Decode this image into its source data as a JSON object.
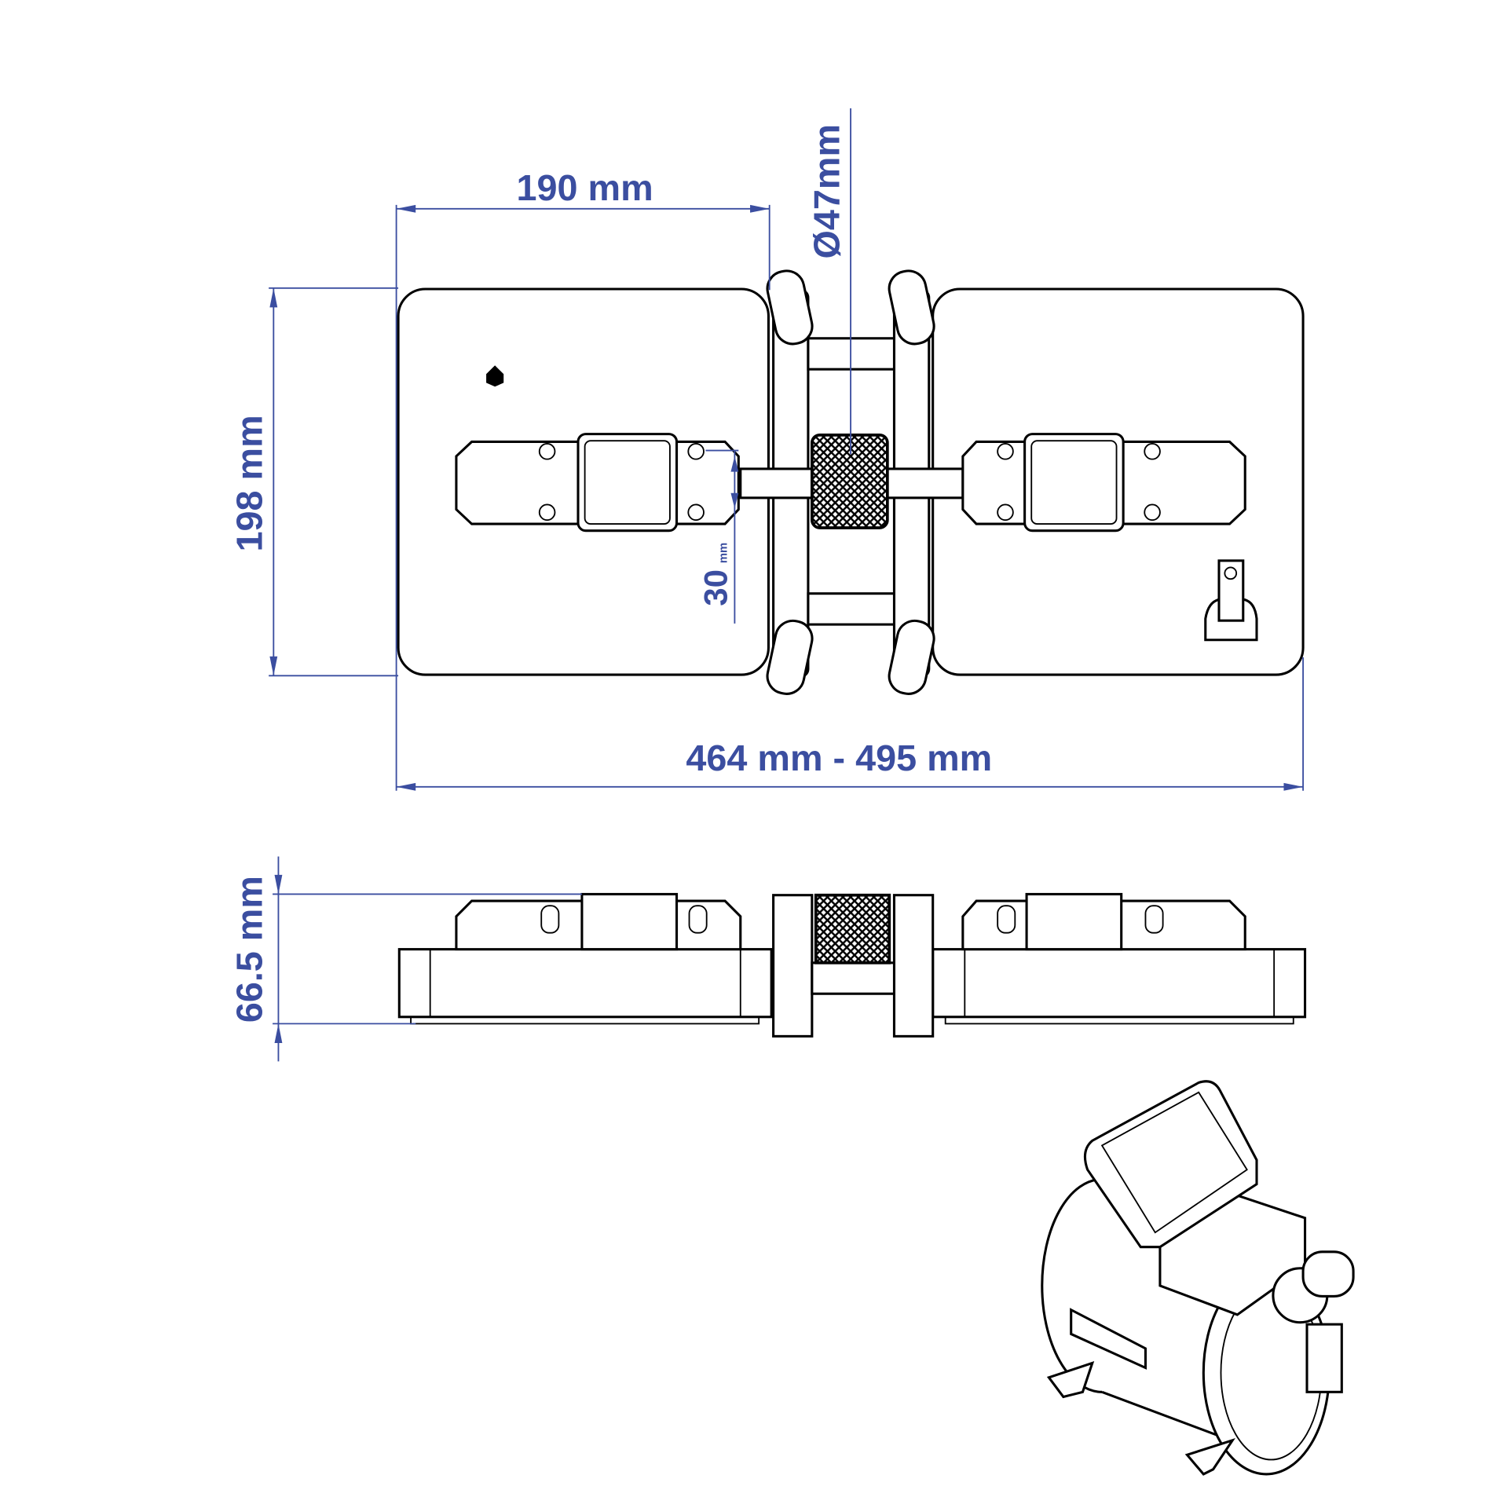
{
  "dimensions": {
    "width_single": "190 mm",
    "diameter": "Ø47mm",
    "height": "198 mm",
    "bar_offset": "30",
    "bar_offset_unit": "mm",
    "total_width": "464 mm - 495 mm",
    "thickness": "66.5 mm"
  },
  "colors": {
    "dimension": "#3b4ea0",
    "outline": "#000000"
  }
}
